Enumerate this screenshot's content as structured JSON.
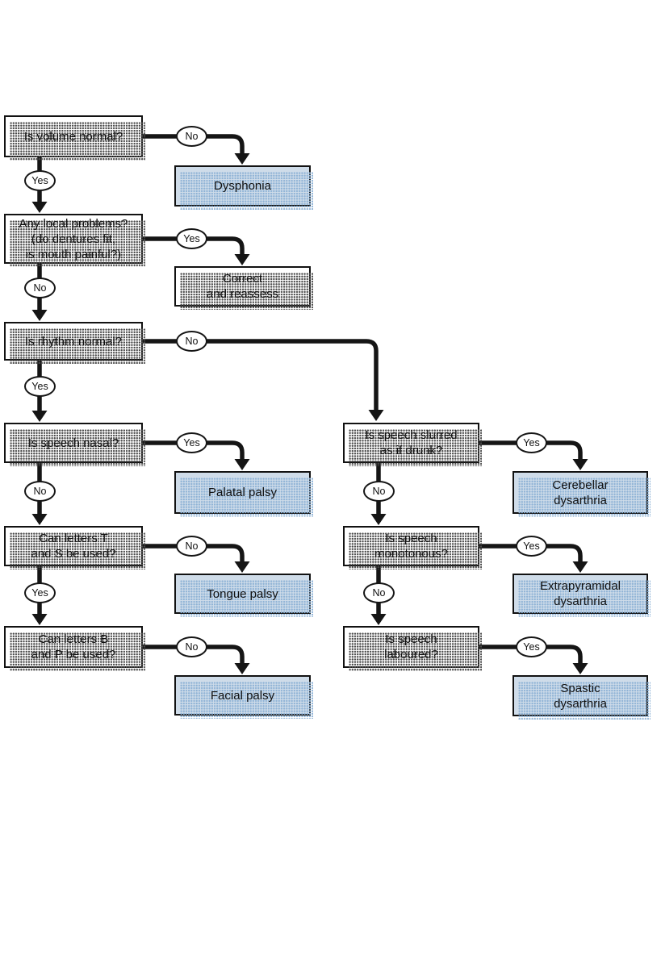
{
  "diagram_type": "flowchart",
  "colors": {
    "question_fill": "#ffffff",
    "outcome_fill": "#cfdce9",
    "border": "#121212",
    "line": "#151515",
    "question_shadow": "#4a4a4a",
    "outcome_shadow": "#8fb3d6",
    "background": "#ffffff"
  },
  "nodes": {
    "q1": {
      "label": "Is volume normal?",
      "kind": "question"
    },
    "q2": {
      "label": "Any local problems?\n(do dentures fit,\nis mouth painful?)",
      "kind": "question"
    },
    "q3": {
      "label": "Is rhythm normal?",
      "kind": "question"
    },
    "q4": {
      "label": "Is speech nasal?",
      "kind": "question"
    },
    "q5": {
      "label": "Can letters T\nand S be used?",
      "kind": "question"
    },
    "q6": {
      "label": "Can letters B\nand P be used?",
      "kind": "question"
    },
    "r1": {
      "label": "Dysphonia",
      "kind": "outcome"
    },
    "r2": {
      "label": "Correct\nand reassess",
      "kind": "action"
    },
    "r3": {
      "label": "Palatal palsy",
      "kind": "outcome"
    },
    "r4": {
      "label": "Tongue palsy",
      "kind": "outcome"
    },
    "r5": {
      "label": "Facial palsy",
      "kind": "outcome"
    },
    "p4": {
      "label": "Is speech slurred\nas if drunk?",
      "kind": "question"
    },
    "p5": {
      "label": "Is speech\nmonotonous?",
      "kind": "question"
    },
    "p6": {
      "label": "Is speech\nlaboured?",
      "kind": "question"
    },
    "s4": {
      "label": "Cerebellar\ndysarthria",
      "kind": "outcome"
    },
    "s5": {
      "label": "Extrapyramidal\ndysarthria",
      "kind": "outcome"
    },
    "s6": {
      "label": "Spastic\ndysarthria",
      "kind": "outcome"
    }
  },
  "ovals": {
    "o1": {
      "label": "No"
    },
    "o2": {
      "label": "Yes"
    },
    "o3": {
      "label": "Yes"
    },
    "o4": {
      "label": "No"
    },
    "o5": {
      "label": "No"
    },
    "o6": {
      "label": "Yes"
    },
    "o7": {
      "label": "Yes"
    },
    "o8": {
      "label": "No"
    },
    "o9": {
      "label": "No"
    },
    "o10": {
      "label": "Yes"
    },
    "o11": {
      "label": "No"
    },
    "o12": {
      "label": "Yes"
    },
    "o13": {
      "label": "No"
    },
    "o14": {
      "label": "Yes"
    },
    "o15": {
      "label": "No"
    },
    "o16": {
      "label": "Yes"
    }
  },
  "edges": [
    {
      "from": "q1",
      "answer": "No",
      "to": "r1"
    },
    {
      "from": "q1",
      "answer": "Yes",
      "to": "q2"
    },
    {
      "from": "q2",
      "answer": "Yes",
      "to": "r2"
    },
    {
      "from": "q2",
      "answer": "No",
      "to": "q3"
    },
    {
      "from": "q3",
      "answer": "No",
      "to": "p4"
    },
    {
      "from": "q3",
      "answer": "Yes",
      "to": "q4"
    },
    {
      "from": "q4",
      "answer": "Yes",
      "to": "r3"
    },
    {
      "from": "q4",
      "answer": "No",
      "to": "q5"
    },
    {
      "from": "q5",
      "answer": "No",
      "to": "r4"
    },
    {
      "from": "q5",
      "answer": "Yes",
      "to": "q6"
    },
    {
      "from": "q6",
      "answer": "No",
      "to": "r5"
    },
    {
      "from": "p4",
      "answer": "Yes",
      "to": "s4"
    },
    {
      "from": "p4",
      "answer": "No",
      "to": "p5"
    },
    {
      "from": "p5",
      "answer": "Yes",
      "to": "s5"
    },
    {
      "from": "p5",
      "answer": "No",
      "to": "p6"
    },
    {
      "from": "p6",
      "answer": "Yes",
      "to": "s6"
    }
  ]
}
